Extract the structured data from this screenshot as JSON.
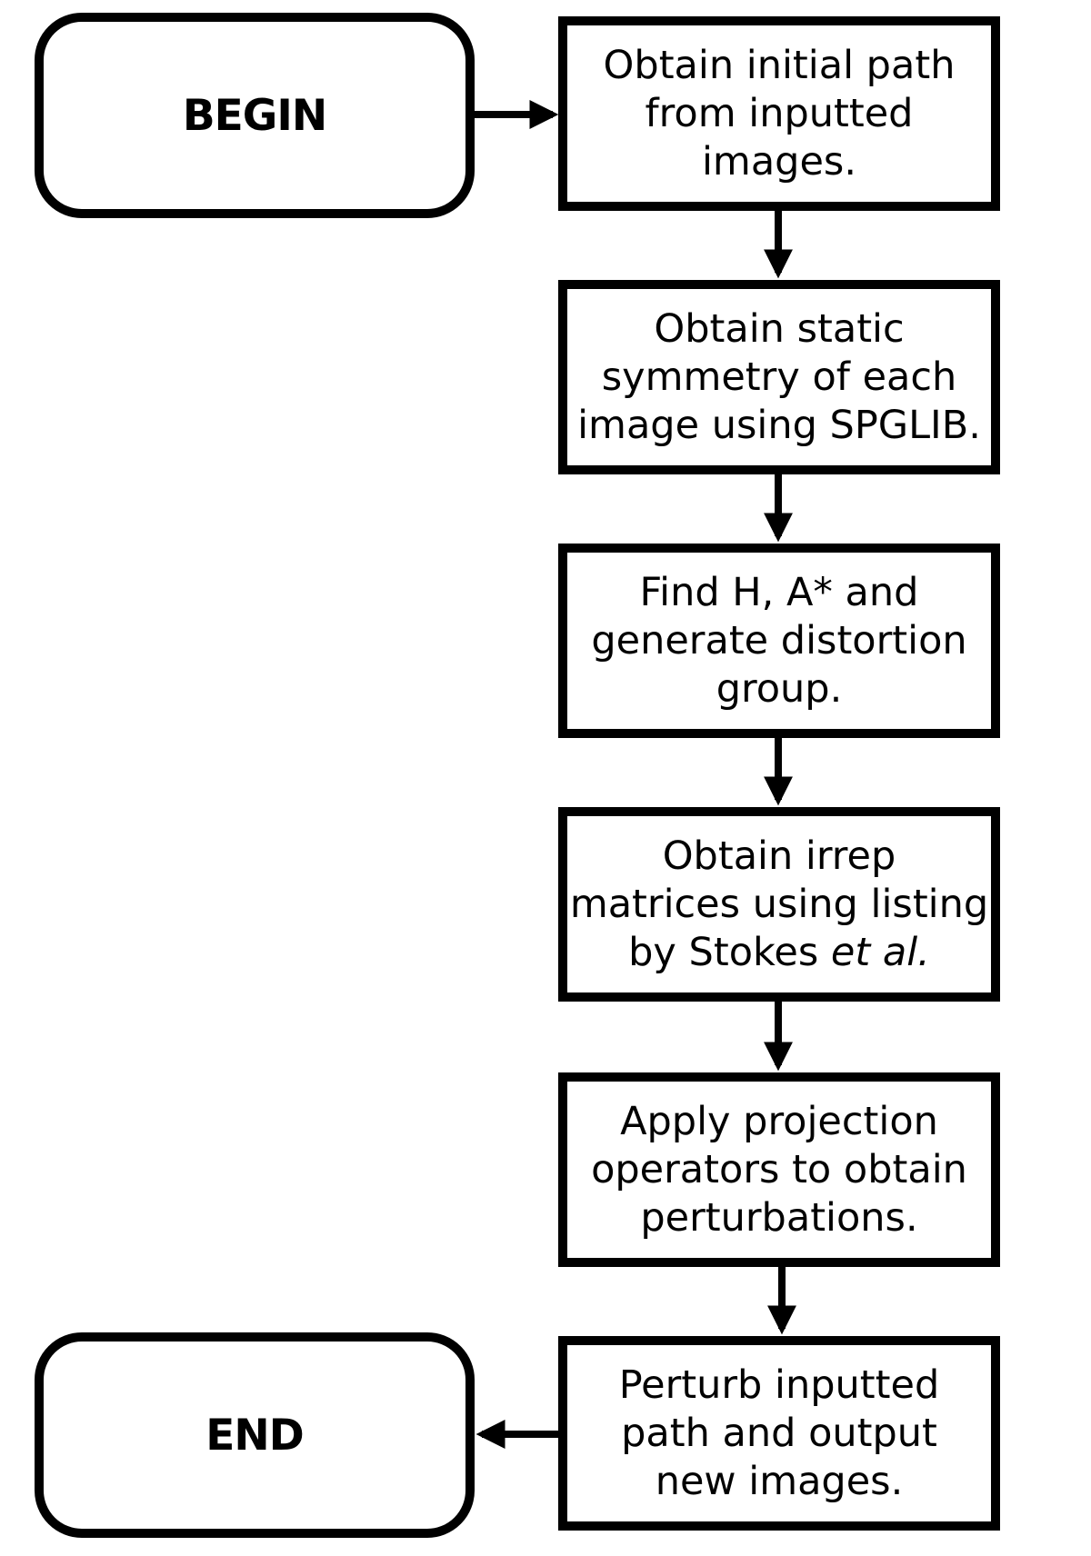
{
  "begin": {
    "label": "BEGIN"
  },
  "end": {
    "label": "END"
  },
  "steps": [
    {
      "lines": [
        "Obtain initial path",
        "from inputted",
        "images."
      ]
    },
    {
      "lines": [
        "Obtain static",
        "symmetry of each",
        "image using SPGLIB."
      ]
    },
    {
      "lines": [
        "Find H, A* and",
        "generate distortion",
        "group."
      ]
    },
    {
      "lines": [
        "Obtain irrep",
        "matrices using listing"
      ],
      "last_line_prefix": "by Stokes ",
      "last_line_italic": "et al."
    },
    {
      "lines": [
        "Apply projection",
        "operators to obtain",
        "perturbations."
      ]
    },
    {
      "lines": [
        "Perturb inputted",
        "path and output",
        "new images."
      ]
    }
  ],
  "colors": {
    "stroke": "#000000",
    "background": "#ffffff"
  }
}
